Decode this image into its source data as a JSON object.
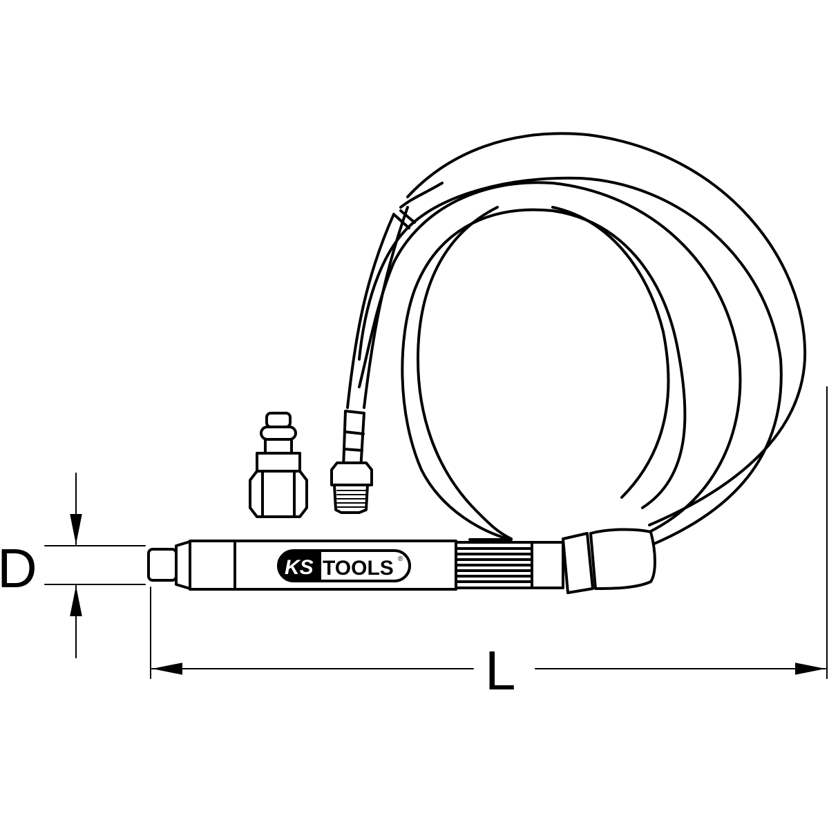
{
  "diagram": {
    "dimensions": {
      "diameter_label": "D",
      "length_label": "L"
    },
    "logo": {
      "brand_ks": "KS",
      "brand_tools": "TOOLS",
      "registered_mark": "®"
    },
    "colors": {
      "line": "#000000",
      "background": "#ffffff"
    }
  }
}
